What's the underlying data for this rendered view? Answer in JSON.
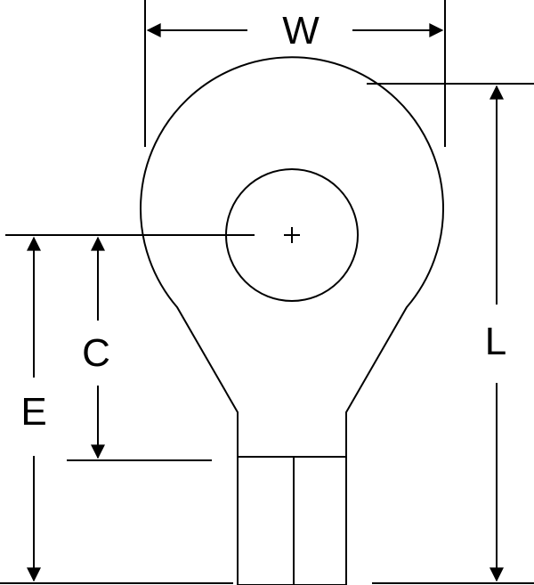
{
  "labels": {
    "width": "W",
    "length": "L",
    "center_to_edge": "C",
    "center_to_end": "E"
  },
  "colors": {
    "line": "#000000",
    "background": "#ffffff"
  }
}
